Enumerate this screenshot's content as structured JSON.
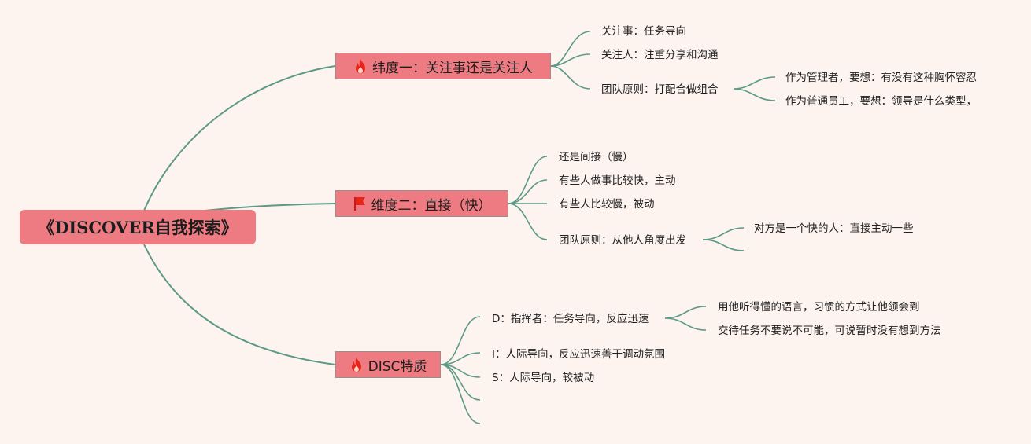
{
  "root": {
    "label": "《DISCOVER自我探索》"
  },
  "branches": [
    {
      "label": "纬度一：关注事还是关注人",
      "icon": "fire-icon",
      "children": [
        {
          "label": "关注事：任务导向"
        },
        {
          "label": "关注人：注重分享和沟通"
        },
        {
          "label": "团队原则：打配合做组合",
          "children": [
            {
              "label": "作为管理者，要想：有没有这种胸怀容忍"
            },
            {
              "label": "作为普通员工，要想：领导是什么类型，"
            }
          ]
        }
      ]
    },
    {
      "label": "维度二：直接（快）",
      "icon": "red-flag-icon",
      "children": [
        {
          "label": "还是间接（慢）"
        },
        {
          "label": "有些人做事比较快，主动"
        },
        {
          "label": "有些人比较慢，被动"
        },
        {
          "label": "团队原则：从他人角度出发",
          "children": [
            {
              "label": "对方是一个快的人：直接主动一些"
            },
            {
              "label": ""
            }
          ]
        }
      ]
    },
    {
      "label": "DISC特质",
      "icon": "fire-icon",
      "children": [
        {
          "label": "D：指挥者：任务导向，反应迅速",
          "children": [
            {
              "label": "用他听得懂的语言，习惯的方式让他领会到"
            },
            {
              "label": "交待任务不要说不可能，可说暂时没有想到方法"
            }
          ]
        },
        {
          "label": "I：人际导向，反应迅速善于调动氛围"
        },
        {
          "label": "S：人际导向，较被动"
        },
        {
          "label": ""
        },
        {
          "label": ""
        }
      ]
    }
  ],
  "colors": {
    "background": "#fdf3ef",
    "node_fill": "#ef7b82",
    "connector": "#5b9a86",
    "icon_red": "#e8231a"
  }
}
